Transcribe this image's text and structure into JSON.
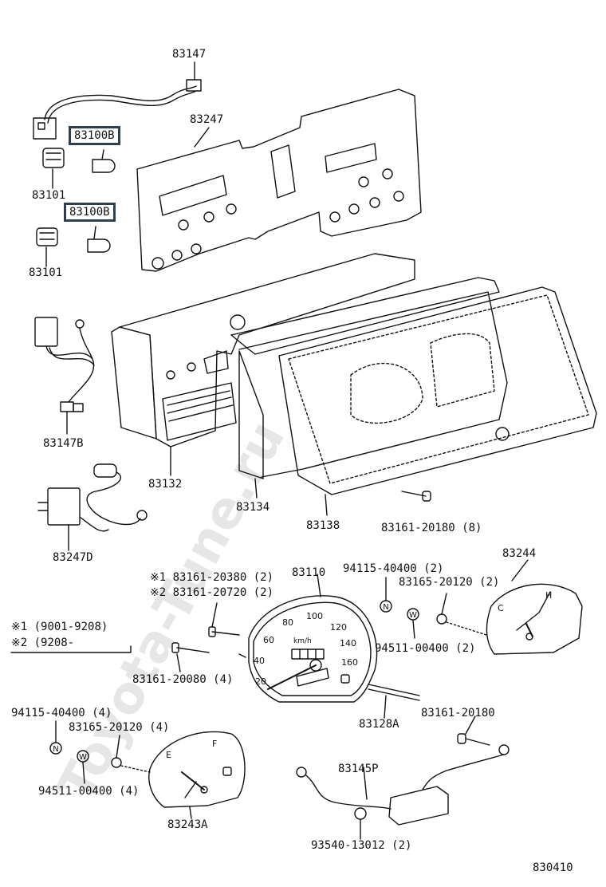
{
  "watermark": "Toyota-Tune.ru",
  "figure_code": "830410",
  "labels": {
    "p83147": "83147",
    "p83247": "83247",
    "p83100b_1": "83100B",
    "p83100b_2": "83100B",
    "p83101_1": "83101",
    "p83101_2": "83101",
    "p83147b": "83147B",
    "p83247d": "83247D",
    "p83132": "83132",
    "p83134": "83134",
    "p83138": "83138",
    "p83161_20180_8": "83161-20180 (8)",
    "p83110": "83110",
    "p83244": "83244",
    "note1_part": "※1 83161-20380 (2)",
    "note2_part": "※2 83161-20720 (2)",
    "p94115_top": "94115-40400 (2)",
    "p83165_top": "83165-20120 (2)",
    "p94511_top": "94511-00400 (2)",
    "p83161_20080": "83161-20080 (4)",
    "p83128a": "83128A",
    "p83161_20180": "83161-20180",
    "p94115_bot": "94115-40400 (4)",
    "p83165_bot": "83165-20120 (4)",
    "p94511_bot": "94511-00400 (4)",
    "p83145p": "83145P",
    "p83243a": "83243A",
    "p93540": "93540-13012 (2)"
  },
  "notes": {
    "line1": "※1 (9001-9208)",
    "line2": "※2 (9208-"
  },
  "gauge_text": {
    "speed_marks": [
      "20",
      "40",
      "60",
      "80",
      "100",
      "120",
      "140",
      "160"
    ],
    "speed_unit": "km/h",
    "fuel_e": "E",
    "fuel_f": "F",
    "temp_c": "C",
    "temp_h": "H"
  },
  "circle_letters": {
    "n": "N",
    "w": "W"
  },
  "highlight_color": "#2f3e4a"
}
